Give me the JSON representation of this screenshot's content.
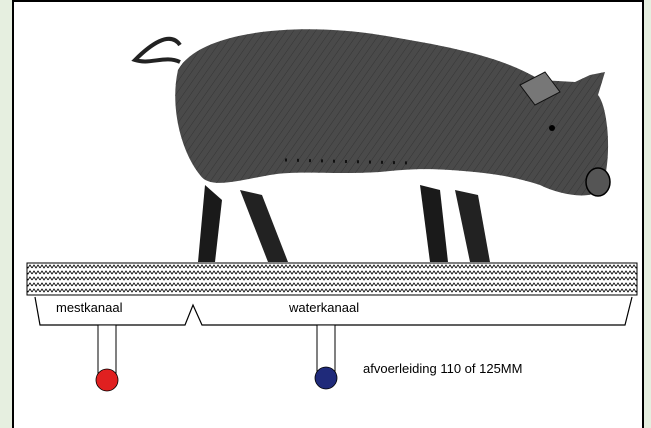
{
  "diagram": {
    "labels": {
      "manure_channel": "mestkanaal",
      "water_channel": "waterkanaal",
      "drain_pipe": "afvoerleiding 110 of 125MM"
    },
    "pipes": [
      {
        "channel": "mestkanaal",
        "color": "#e02020"
      },
      {
        "channel": "waterkanaal",
        "color": "#1f2a7a"
      }
    ],
    "illustration": "pig-standing-on-slatted-floor"
  }
}
